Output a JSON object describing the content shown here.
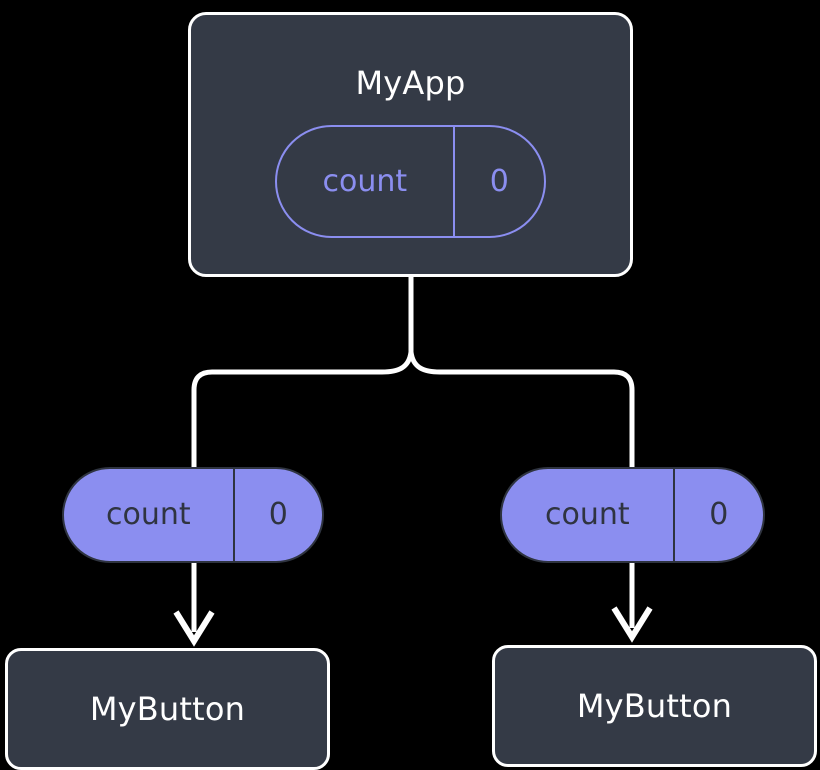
{
  "diagram": {
    "title_text": "",
    "background_color": "#000000",
    "colors": {
      "node_fill": "#343a46",
      "node_border": "#ffffff",
      "node_label": "#ffffff",
      "state_accent": "#8b8ef0",
      "pill_fill": "#8b8ef0",
      "pill_text_dark": "#2f3440",
      "edge_color": "#ffffff"
    },
    "root": {
      "label": "MyApp",
      "state_pill": {
        "key": "count",
        "value": "0",
        "style": "outline"
      }
    },
    "branches": [
      {
        "prop_pill": {
          "key": "count",
          "value": "0",
          "style": "filled"
        },
        "child": {
          "label": "MyButton"
        }
      },
      {
        "prop_pill": {
          "key": "count",
          "value": "0",
          "style": "filled"
        },
        "child": {
          "label": "MyButton"
        }
      }
    ],
    "edges": {
      "root_to_branch": "tree-split",
      "pill_to_child": "arrow-down"
    }
  }
}
